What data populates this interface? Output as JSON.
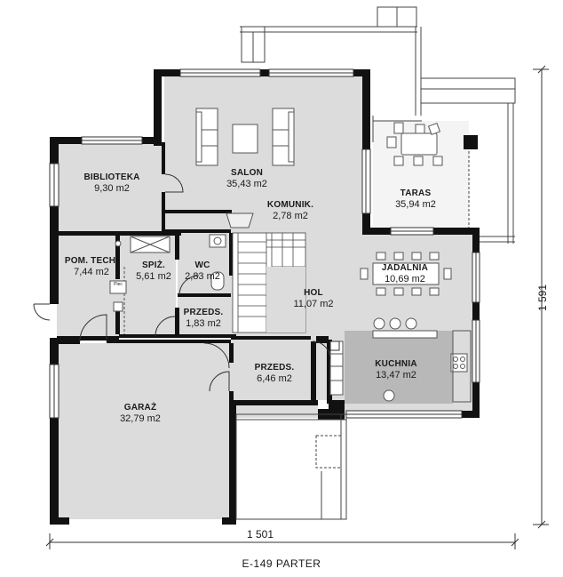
{
  "rooms": {
    "biblioteka": {
      "name": "BIBLIOTEKA",
      "area": "9,30 m2"
    },
    "salon": {
      "name": "SALON",
      "area": "35,43 m2"
    },
    "komunik": {
      "name": "KOMUNIK.",
      "area": "2,78 m2"
    },
    "taras": {
      "name": "TARAS",
      "area": "35,94 m2"
    },
    "pom_tech": {
      "name": "POM. TECH.",
      "area": "7,44 m2"
    },
    "spiz": {
      "name": "SPIŻ.",
      "area": "5,61 m2"
    },
    "wc": {
      "name": "WC",
      "area": "2,83 m2"
    },
    "jadalnia": {
      "name": "JADALNIA",
      "area": "10,69 m2"
    },
    "hol": {
      "name": "HOL",
      "area": "11,07 m2"
    },
    "przeds_small": {
      "name": "PRZEDS.",
      "area": "1,83 m2"
    },
    "przeds": {
      "name": "PRZEDS.",
      "area": "6,46 m2"
    },
    "kuchnia": {
      "name": "KUCHNIA",
      "area": "13,47 m2"
    },
    "garaz": {
      "name": "GARAŻ",
      "area": "32,79 m2"
    }
  },
  "dimensions": {
    "width": "1 501",
    "height": "1 591"
  },
  "appliance_label": "Piec",
  "drawing_title": "E-149 PARTER"
}
